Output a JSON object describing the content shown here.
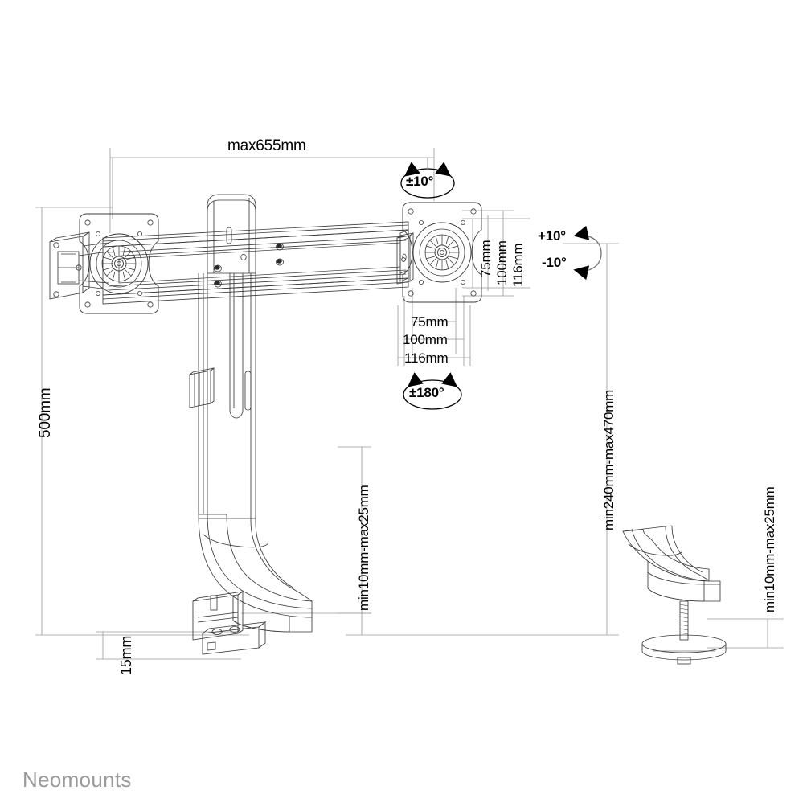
{
  "document": {
    "type": "technical-dimension-drawing",
    "product": "dual monitor desk mount with crossbar",
    "brand": "Neomounts",
    "background_color": "#ffffff",
    "line_color": "#3a3a3a",
    "dimension_line_color": "#8c8c8c",
    "text_color": "#000000",
    "brand_color": "#9a9a9a"
  },
  "dimensions": {
    "width_max": "max655mm",
    "height_total": "500mm",
    "clamp_thickness": "15mm",
    "desk_thickness_left": "min10mm-max25mm",
    "desk_thickness_right": "min10mm-max25mm",
    "height_range": "min240mm-max470mm"
  },
  "vesa": {
    "vertical": {
      "a": "75mm",
      "b": "100mm",
      "c": "116mm"
    },
    "horizontal": {
      "a": "75mm",
      "b": "100mm",
      "c": "116mm"
    }
  },
  "rotation": {
    "swivel_top": "±10°",
    "rotate_bottom": "±180°",
    "tilt_up": "+10°",
    "tilt_down": "-10°"
  },
  "footer": {
    "brand": "Neomounts"
  }
}
